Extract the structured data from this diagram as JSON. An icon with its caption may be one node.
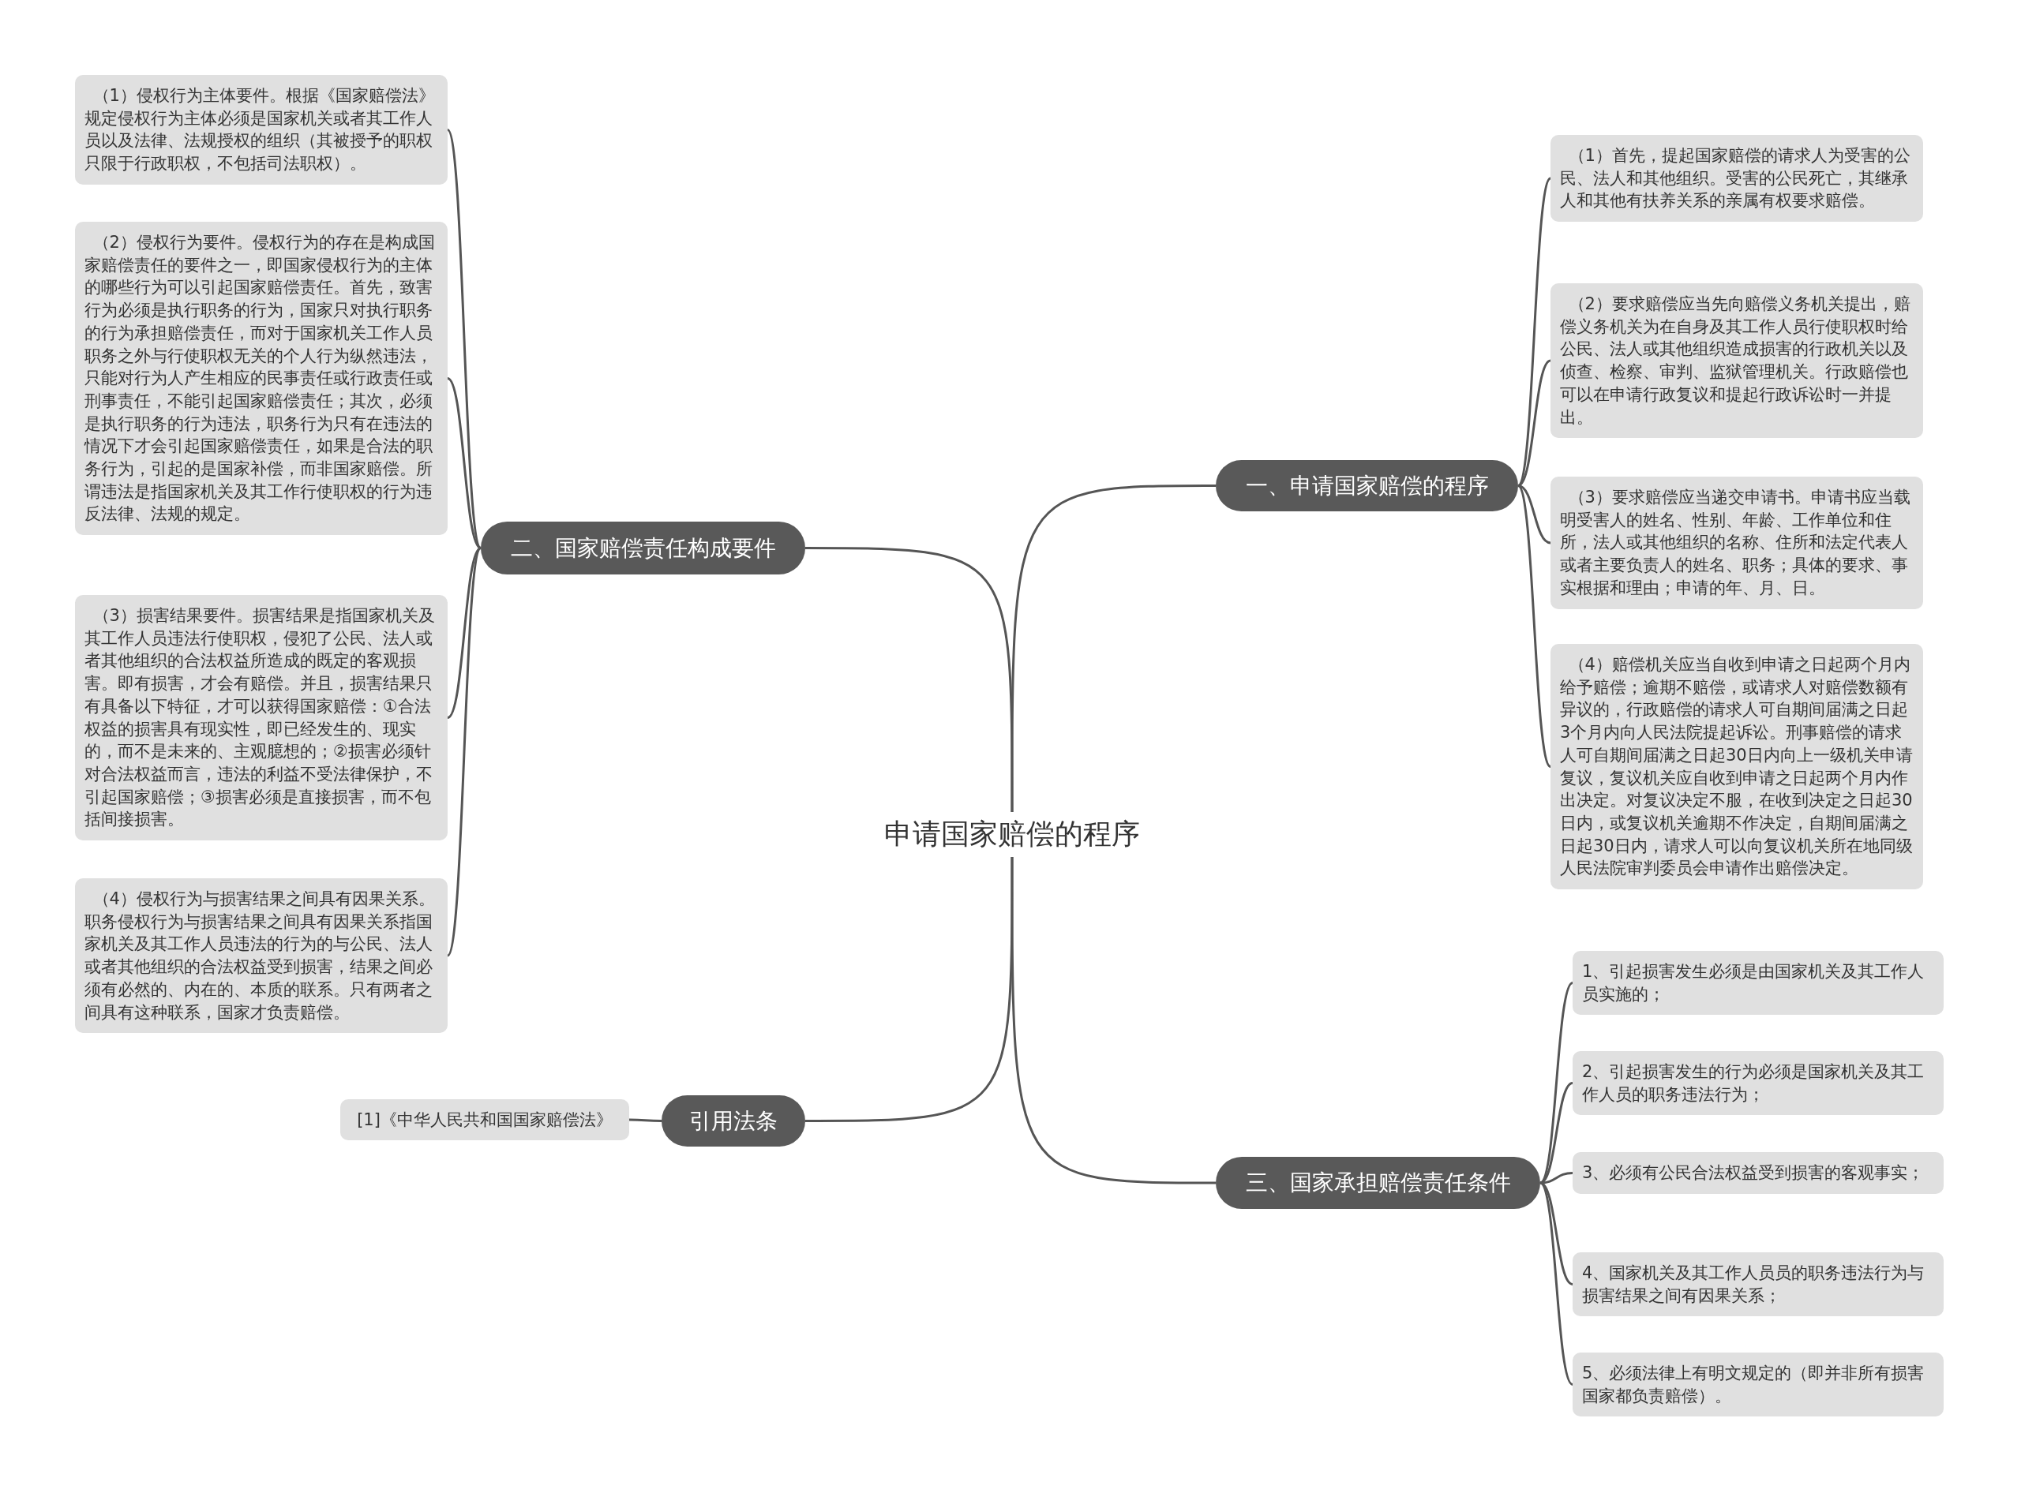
{
  "diagram": {
    "nodes": [
      {
        "text": [
          "申请国家赔偿的程序"
        ]
      },
      {
        "text": [
          "一、申请国家赔偿的程序"
        ]
      },
      {
        "text": [
          "（1）首先，提起国家赔偿的请求人为受害的公民、法人和其他组织。受害的公民死亡，其继承人和其他有扶养关系的亲属有权要求赔偿。"
        ]
      },
      {
        "text": [
          "（2）要求赔偿应当先向赔偿义务机关提出，赔偿义务机关为在自身及其工作人员行使职权时给公民、法人或其他组织造成损害的行政机关以及侦查、检察、审判、监狱管理机关。行政赔偿也可以在申请行政复议和提起行政诉讼时一并提出。"
        ]
      },
      {
        "text": [
          "（3）要求赔偿应当递交申请书。申请书应当载明受害人的姓名、性别、年龄、工作单位和住所，法人或其他组织的名称、住所和法定代表人或者主要负责人的姓名、职务；具体的要求、事实根据和理由；申请的年、月、日。"
        ]
      },
      {
        "text": [
          "（4）赔偿机关应当自收到申请之日起两个月内给予赔偿；逾期不赔偿，或请求人对赔偿数额有异议的，行政赔偿的请求人可自期间届满之日起3个月内向人民法院提起诉讼。刑事赔偿的请求人可自期间届满之日起30日内向上一级机关申请复议，复议机关应自收到申请之日起两个月内作出决定。对复议决定不服，在收到决定之日起30日内，或复议机关逾期不作决定，自期间届满之日起30日内，请求人可以向复议机关所在地同级人民法院审判委员会申请作出赔偿决定。"
        ]
      },
      {
        "text": [
          "二、国家赔偿责任构成要件"
        ]
      },
      {
        "text": [
          "（1）侵权行为主体要件。根据《国家赔偿法》规定侵权行为主体必须是国家机关或者其工作人员以及法律、法规授权的组织（其被授予的职权只限于行政职权，不包括司法职权）。"
        ]
      },
      {
        "text": [
          "（2）侵权行为要件。侵权行为的存在是构成国家赔偿责任的要件之一，即国家侵权行为的主体的哪些行为可以引起国家赔偿责任。首先，致害行为必须是执行职务的行为，国家只对执行职务的行为承担赔偿责任，而对于国家机关工作人员职务之外与行使职权无关的个人行为纵然违法，只能对行为人产生相应的民事责任或行政责任或刑事责任，不能引起国家赔偿责任；其次，必须是执行职务的行为违法，职务行为只有在违法的情况下才会引起国家赔偿责任，如果是合法的职务行为，引起的是国家补偿，而非国家赔偿。所谓违法是指国家机关及其工作行使职权的行为违反法律、法规的规定。"
        ]
      },
      {
        "text": [
          "（3）损害结果要件。损害结果是指国家机关及其工作人员违法行使职权，侵犯了公民、法人或者其他组织的合法权益所造成的既定的客观损害。即有损害，才会有赔偿。并且，损害结果只有具备以下特征，才可以获得国家赔偿：①合法权益的损害具有现实性，即已经发生的、现实的，而不是未来的、主观臆想的；②损害必须针对合法权益而言，违法的利益不受法律保护，不引起国家赔偿；③损害必须是直接损害，而不包括间接损害。"
        ]
      },
      {
        "text": [
          "（4）侵权行为与损害结果之间具有因果关系。职务侵权行为与损害结果之间具有因果关系指国家机关及其工作人员违法的行为的与公民、法人或者其他组织的合法权益受到损害，结果之间必须有必然的、内在的、本质的联系。只有两者之间具有这种联系，国家才负责赔偿。"
        ]
      },
      {
        "text": [
          "引用法条"
        ]
      },
      {
        "text": [
          "[1]《中华人民共和国国家赔偿法》"
        ]
      },
      {
        "text": [
          "三、国家承担赔偿责任条件"
        ]
      },
      {
        "text": [
          "1、引起损害发生必须是由国家机关及其工作人员实施的；"
        ]
      },
      {
        "text": [
          "2、引起损害发生的行为必须是国家机关及其工作人员的职务违法行为；"
        ]
      },
      {
        "text": [
          "3、必须有公民合法权益受到损害的客观事实；"
        ]
      },
      {
        "text": [
          "4、国家机关及其工作人员员的职务违法行为与损害结果之间有因果关系；"
        ]
      },
      {
        "text": [
          "5、必须法律上有明文规定的（即并非所有损害国家都负责赔偿）。"
        ]
      }
    ],
    "edges": [
      {
        "from": 0,
        "to": 1,
        "arrow": "none"
      },
      {
        "from": 1,
        "to": 2,
        "arrow": "none"
      },
      {
        "from": 1,
        "to": 3,
        "arrow": "none"
      },
      {
        "from": 1,
        "to": 4,
        "arrow": "none"
      },
      {
        "from": 1,
        "to": 5,
        "arrow": "none"
      },
      {
        "from": 0,
        "to": 6,
        "arrow": "none"
      },
      {
        "from": 6,
        "to": 7,
        "arrow": "none"
      },
      {
        "from": 6,
        "to": 8,
        "arrow": "none"
      },
      {
        "from": 6,
        "to": 9,
        "arrow": "none"
      },
      {
        "from": 6,
        "to": 10,
        "arrow": "none"
      },
      {
        "from": 0,
        "to": 11,
        "arrow": "none"
      },
      {
        "from": 11,
        "to": 12,
        "arrow": "none"
      },
      {
        "from": 0,
        "to": 13,
        "arrow": "none"
      },
      {
        "from": 13,
        "to": 14,
        "arrow": "none"
      },
      {
        "from": 13,
        "to": 15,
        "arrow": "none"
      },
      {
        "from": 13,
        "to": 16,
        "arrow": "none"
      },
      {
        "from": 13,
        "to": 17,
        "arrow": "none"
      },
      {
        "from": 13,
        "to": 18,
        "arrow": "none"
      }
    ]
  }
}
